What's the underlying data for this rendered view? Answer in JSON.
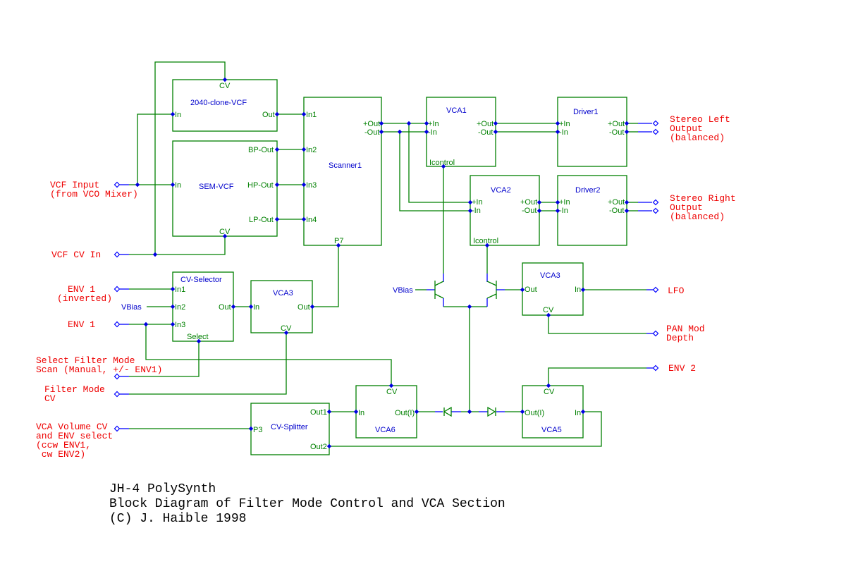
{
  "title": {
    "lines": [
      "JH-4 PolySynth",
      "Block Diagram of Filter Mode Control and VCA Section",
      "(C) J. Haible 1998"
    ]
  },
  "colors": {
    "wire": "#008000",
    "pin_label": "#008000",
    "block_name": "#0000cc",
    "external_label": "#ee0000",
    "node": "#0000e0"
  },
  "blocks": {
    "vcf2040": {
      "name": "2040-clone-VCF",
      "pins": [
        "CV",
        "In",
        "Out"
      ]
    },
    "semvcf": {
      "name": "SEM-VCF",
      "pins": [
        "BP-Out",
        "HP-Out",
        "LP-Out",
        "In",
        "CV"
      ]
    },
    "scanner": {
      "name": "Scanner1",
      "pins": [
        "In1",
        "In2",
        "In3",
        "In4",
        "+Out",
        "-Out",
        "P7"
      ]
    },
    "vca1": {
      "name": "VCA1",
      "pins": [
        "+In",
        "-In",
        "+Out",
        "-Out",
        "Icontrol"
      ]
    },
    "vca2": {
      "name": "VCA2",
      "pins": [
        "+In",
        "-In",
        "+Out",
        "-Out",
        "Icontrol"
      ]
    },
    "driver1": {
      "name": "Driver1",
      "pins": [
        "+In",
        "-In",
        "+Out",
        "-Out"
      ]
    },
    "driver2": {
      "name": "Driver2",
      "pins": [
        "+In",
        "-In",
        "+Out",
        "-Out"
      ]
    },
    "cvselector": {
      "name": "CV-Selector",
      "pins": [
        "In1",
        "In2",
        "In3",
        "Out",
        "Select"
      ]
    },
    "vca3a": {
      "name": "VCA3",
      "pins": [
        "In",
        "Out",
        "CV"
      ]
    },
    "vca3b": {
      "name": "VCA3",
      "pins": [
        "Out",
        "In",
        "CV"
      ]
    },
    "cvsplitter": {
      "name": "CV-Splitter",
      "pins": [
        "P3",
        "Out1",
        "Out2"
      ]
    },
    "vca6": {
      "name": "VCA6",
      "pins": [
        "CV",
        "In",
        "Out(I)"
      ]
    },
    "vca5": {
      "name": "VCA5",
      "pins": [
        "CV",
        "Out(I)",
        "In"
      ]
    }
  },
  "vbias_labels": [
    "VBias",
    "VBias"
  ],
  "external": {
    "vcf_input": [
      "VCF Input",
      "(from VCO Mixer)"
    ],
    "vcf_cv_in": [
      "VCF CV In"
    ],
    "env1_inv": [
      "ENV 1",
      "(inverted)"
    ],
    "env1": [
      "ENV 1"
    ],
    "select_mode": [
      "Select Filter Mode",
      "Scan (Manual, +/- ENV1)"
    ],
    "filter_mode_cv": [
      "Filter Mode",
      "CV"
    ],
    "vca_volume": [
      "VCA Volume CV",
      "and ENV select",
      "(ccw ENV1,",
      " cw ENV2)"
    ],
    "stereo_left": [
      "Stereo Left",
      "Output",
      "(balanced)"
    ],
    "stereo_right": [
      "Stereo Right",
      "Output",
      "(balanced)"
    ],
    "lfo": [
      "LFO"
    ],
    "pan_mod": [
      "PAN Mod",
      "Depth"
    ],
    "env2": [
      "ENV 2"
    ]
  }
}
